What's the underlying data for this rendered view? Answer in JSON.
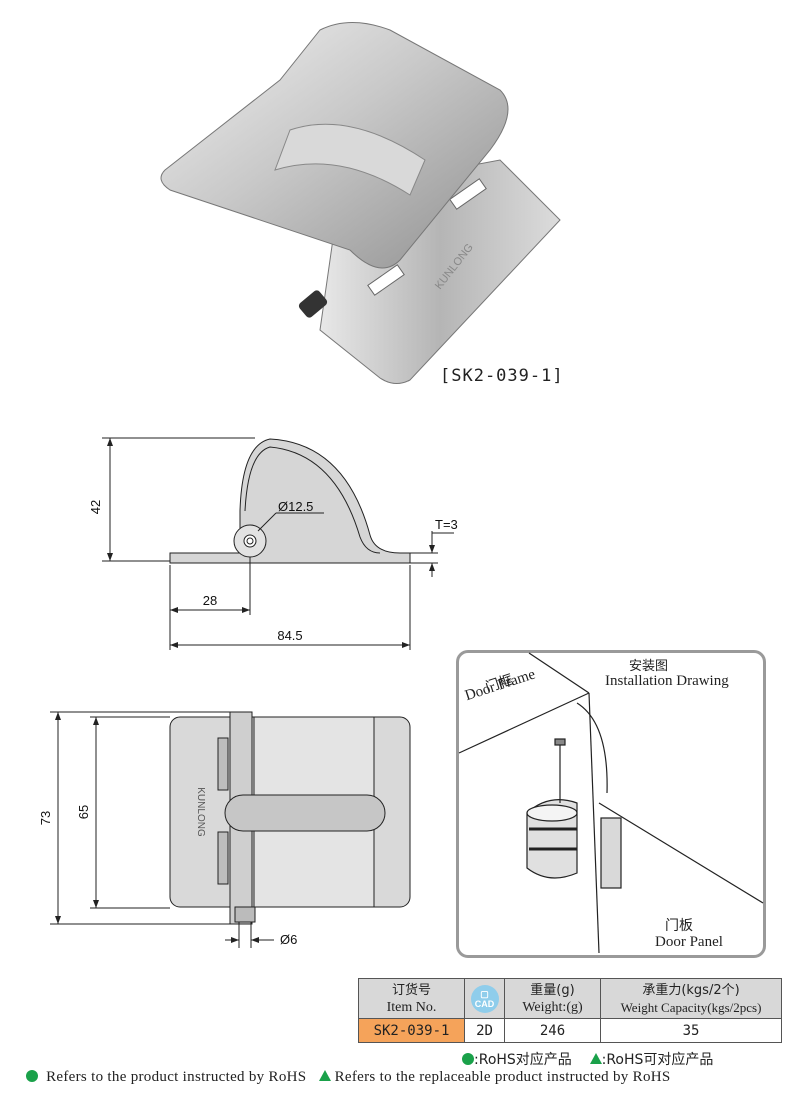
{
  "product": {
    "model_label": "[SK2-039-1]",
    "brand_mark": "KUNLONG"
  },
  "dimensions": {
    "side_height": "42",
    "diameter_knuckle": "Ø12.5",
    "thickness": "T=3",
    "offset": "28",
    "total_width": "84.5",
    "total_height": "73",
    "leaf_height": "65",
    "pin_diameter": "Ø6"
  },
  "installation": {
    "title_cn": "安装图",
    "title_en": "Installation Drawing",
    "frame_cn": "门框",
    "frame_en": "Door Frame",
    "panel_cn": "门板",
    "panel_en": "Door Panel"
  },
  "spec_table": {
    "headers": {
      "item_cn": "订货号",
      "item_en": "Item No.",
      "cad": "CAD",
      "weight_cn": "重量(g)",
      "weight_en": "Weight:(g)",
      "capacity_cn": "承重力(kgs/2个)",
      "capacity_en": "Weight Capacity(kgs/2pcs)"
    },
    "row": {
      "item_no": "SK2-039-1",
      "cad": "2D",
      "weight": "246",
      "capacity": "35"
    }
  },
  "legend": {
    "rohs_cn": ":RoHS对应产品",
    "rohs_replace_cn": ":RoHS可对应产品",
    "rohs_en": "Refers to the product instructed by RoHS",
    "rohs_replace_en": "Refers to the replaceable product instructed by RoHS"
  },
  "colors": {
    "accent_orange": "#f5a35a",
    "rohs_green": "#1aa14a",
    "cad_blue": "#8fcdeb"
  }
}
